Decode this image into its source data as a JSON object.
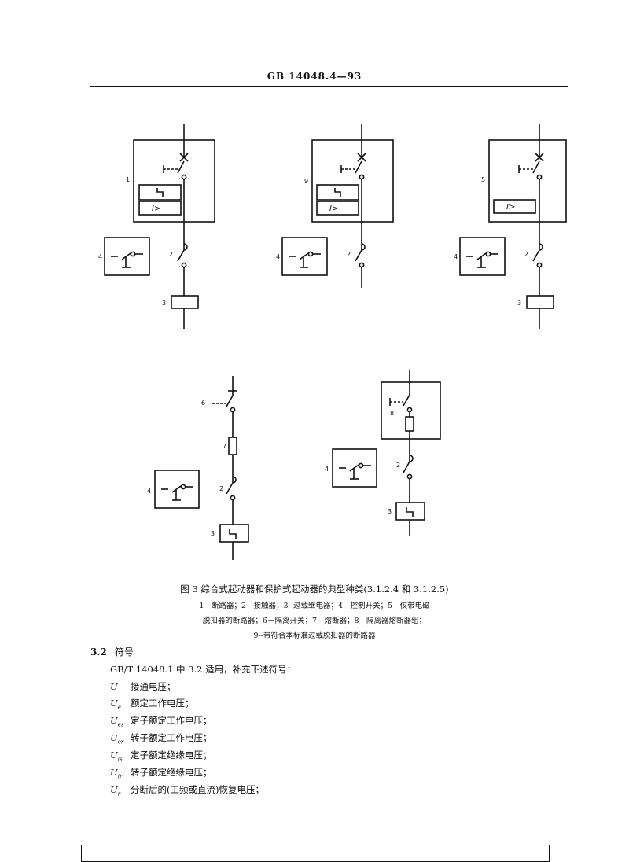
{
  "header": {
    "standard_no": "GB 14048.4—93"
  },
  "figure": {
    "caption": "图 3  综合式起动器和保护式起动器的典型种类(3.1.2.4 和 3.1.2.5)",
    "legend_lines": [
      "1—断路器；2—接触器；3--过载继电器；4—控制开关；5—仅带电磁",
      "脱扣器的断路器；6－隔离开关；7—熔断器；8—隔离器熔断器组；",
      "9--带符合本标准过载脱扣器的断路器"
    ],
    "symbol_overcurrent": "I>",
    "labels": [
      "1",
      "2",
      "3",
      "4",
      "5",
      "6",
      "7",
      "8",
      "9"
    ]
  },
  "section": {
    "number": "3.2",
    "title": "符号",
    "intro": "GB/T 14048.1  中 3.2 适用，补充下述符号：",
    "symbols": [
      {
        "var": "U",
        "sub": "",
        "desc": "接通电压；"
      },
      {
        "var": "U",
        "sub": "e",
        "desc": "额定工作电压；"
      },
      {
        "var": "U",
        "sub": "es",
        "desc": "定子额定工作电压；"
      },
      {
        "var": "U",
        "sub": "er",
        "desc": "转子额定工作电压；"
      },
      {
        "var": "U",
        "sub": "is",
        "desc": "定子额定绝缘电压；"
      },
      {
        "var": "U",
        "sub": "ir",
        "desc": "转子额定绝缘电压；"
      },
      {
        "var": "U",
        "sub": "r",
        "desc": "分断后的(工频或直流)恢复电压；"
      }
    ]
  }
}
